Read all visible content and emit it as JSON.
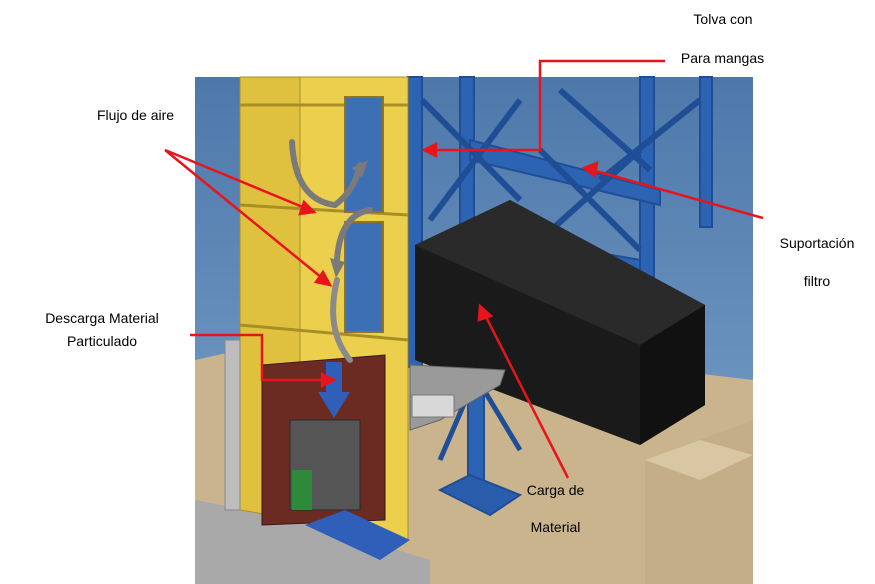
{
  "labels": {
    "hopper_line1": "Tolva con",
    "hopper_line2": "Para mangas",
    "airflow": "Flujo de aire",
    "support_line1": "Suportación",
    "support_line2": "filtro",
    "discharge_line1": "Descarga Material",
    "discharge_line2": "Particulado",
    "load_line1": "Carga de",
    "load_line2": "Material"
  },
  "colors": {
    "sky": "#5b86b6",
    "floor": "#c9b48e",
    "structure": "#2d63b3",
    "column": "#e8c94a",
    "filter_box": "#1a1a1a",
    "arrow_red": "#e8141c",
    "flow_blue": "#2f5fb8",
    "flow_gray": "#7a7a7a"
  }
}
